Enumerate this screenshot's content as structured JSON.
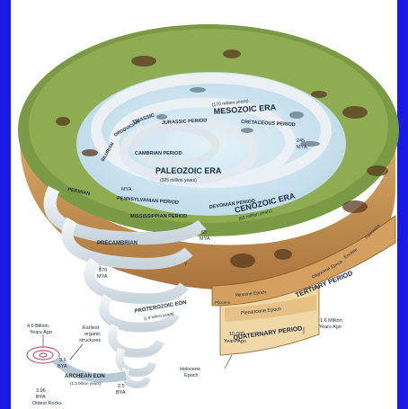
{
  "colors": {
    "frame_blue": "#1a1ae6",
    "vegetation": "#6f8f3a",
    "soil": "#c9975a",
    "water": "#cfe6f2",
    "spiral_band": "#e8eef2",
    "quaternary_band": "#efd7a6"
  },
  "labels": {
    "mesozoic_era": "MESOZOIC ERA",
    "mesozoic_years": "(170 million years)",
    "jurassic": "JURASSIC PERIOD",
    "cretaceous": "CRETACEOUS PERIOD",
    "triassic": "TRIASSIC",
    "paleozoic_era": "PALEOZOIC ERA",
    "paleozoic_years": "(325 million years)",
    "cambrian": "CAMBRIAN PERIOD",
    "ordovician": "ORDOVICIAN",
    "silurian": "SILURIAN",
    "pennsylvanian": "PENNSYLVANIAN PERIOD",
    "mississippian": "MISSISSIPPIAN PERIOD",
    "devonian": "DEVONIAN PERIOD",
    "permian": "PERMIAN",
    "cenozoic_era": "CENOZOIC ERA",
    "cenozoic_years": "(65 million years)",
    "tertiary": "TERTIARY PERIOD",
    "miocene": "Miocene Epoch",
    "oligocene": "Oligocene Epoch",
    "eocene": "Eocene",
    "paleocene_marker": "Paleocene",
    "pliocene": "Pliocene",
    "precambrian": "PRECAMBRIAN",
    "proterozoic_eon": "PROTEROZOIC EON",
    "proterozoic_years": "(1.9 billion years)",
    "archean_eon": "ARCHEAN EON",
    "archean_years": "(1.3 billion years)",
    "age_4_6_line1": "4.6 Billion",
    "age_4_6_line2": "Years Ago",
    "organic_line1": "Earliest",
    "organic_line2": "organic",
    "organic_line3": "structures",
    "bya_3_6": "3.6",
    "bya_3_6_unit": "BYA",
    "bya_3_96": "3.96",
    "bya_3_96_unit": "BYA",
    "oldest_rocks": "Oldest Rocks",
    "bya_2_5": "2.5",
    "bya_2_5_unit": "BYA",
    "bya_1": "1",
    "ya_10000_line1": "10,000",
    "ya_10000_line2": "Years Ago",
    "pleistocene": "Pleistocene Epoch",
    "quaternary": "QUATERNARY PERIOD",
    "holocene_line1": "Holocene",
    "holocene_line2": "Epoch",
    "million_1_6_line1": "1.6 Million",
    "million_1_6_line2": "Years Ago",
    "mya_65": "65",
    "mya_65_unit": "MYA",
    "mya_245": "245",
    "mya_245_unit": "MYA",
    "mya_570": "570",
    "mya_570_unit": "MYA",
    "mya_small": "MYA",
    "question": "?"
  }
}
